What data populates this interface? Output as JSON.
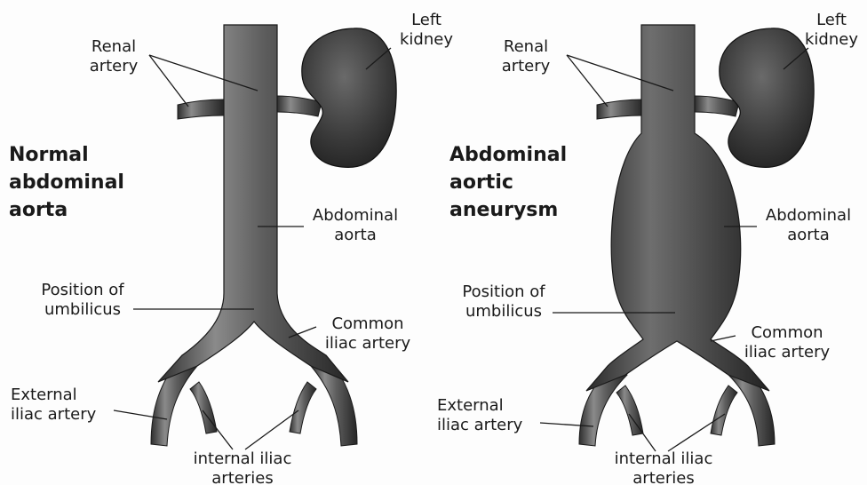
{
  "normal": {
    "title": "Normal\nabdominal\naorta",
    "renal_artery": "Renal\nartery",
    "left_kidney": "Left\nkidney",
    "abdominal_aorta": "Abdominal\naorta",
    "position_of_umbilicus": "Position of\numbilicus",
    "common_iliac_artery": "Common\niliac artery",
    "external_iliac_artery": "External\niliac artery",
    "internal_iliac_arteries": "internal iliac\narteries"
  },
  "aneurysm": {
    "title": "Abdominal\naortic\naneurysm",
    "renal_artery": "Renal\nartery",
    "left_kidney": "Left\nkidney",
    "abdominal_aorta": "Abdominal\naorta",
    "position_of_umbilicus": "Position of\numbilicus",
    "common_iliac_artery": "Common\niliac artery",
    "external_iliac_artery": "External\niliac artery",
    "internal_iliac_arteries": "internal iliac\narteries"
  }
}
